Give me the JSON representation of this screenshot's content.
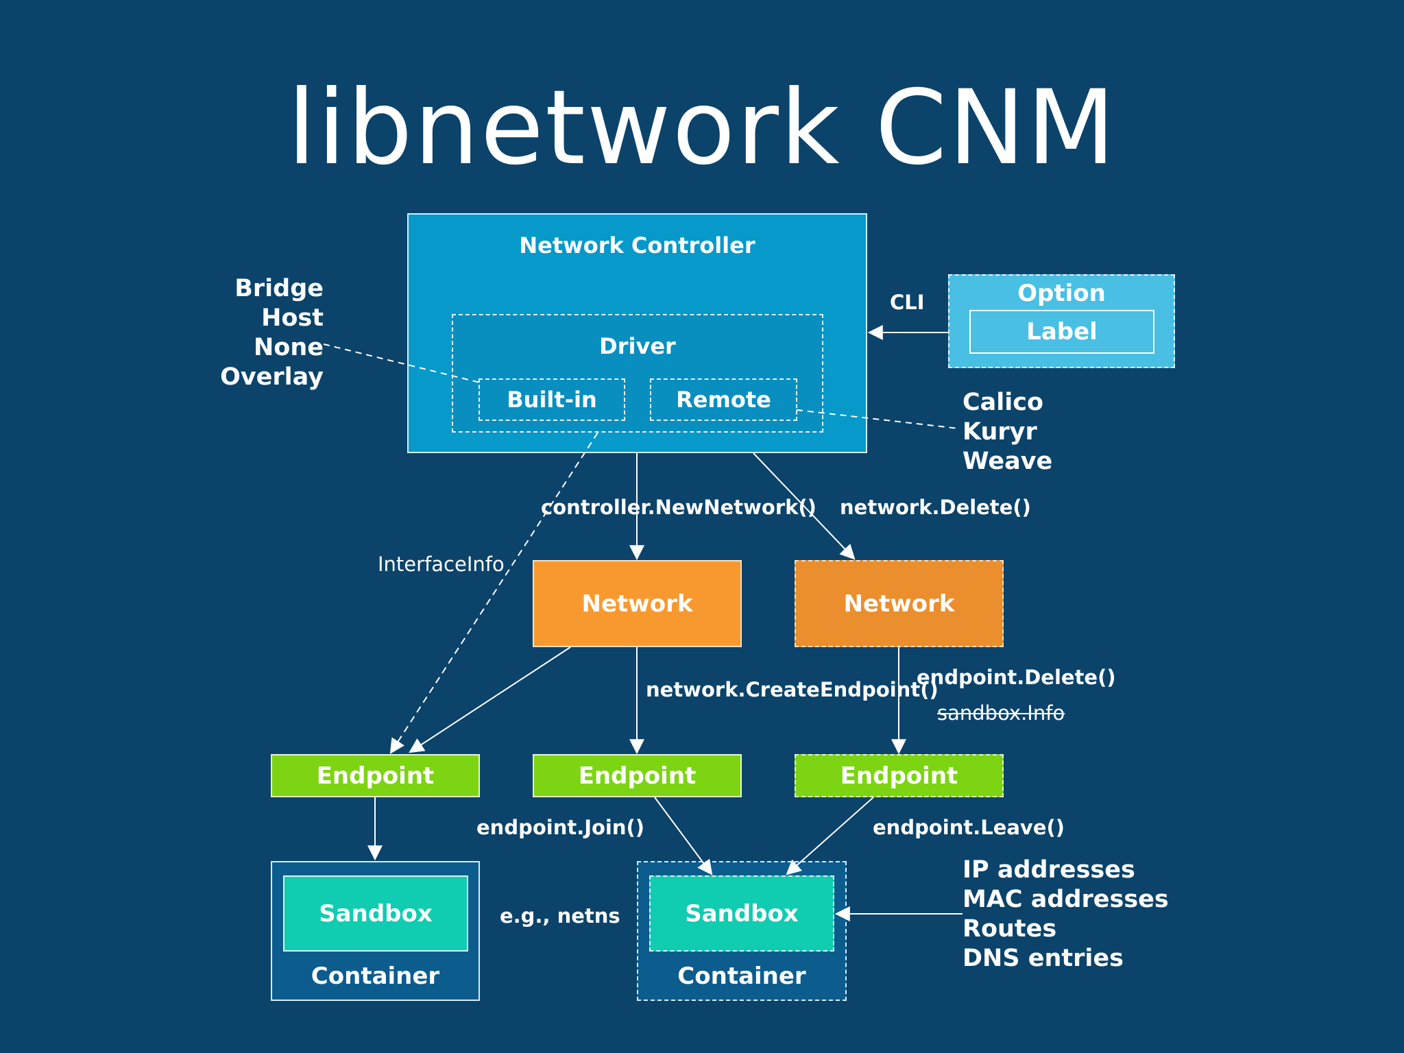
{
  "title": "libnetwork CNM",
  "controller": {
    "label": "Network Controller",
    "driver_label": "Driver",
    "builtin_label": "Built-in",
    "remote_label": "Remote"
  },
  "option": {
    "label": "Option",
    "inner_label": "Label",
    "cli_label": "CLI"
  },
  "builtin_drivers": [
    "Bridge",
    "Host",
    "None",
    "Overlay"
  ],
  "remote_drivers": [
    "Calico",
    "Kuryr",
    "Weave"
  ],
  "calls": {
    "new_network": "controller.NewNetwork()",
    "network_delete": "network.Delete()",
    "interface_info": "InterfaceInfo",
    "create_endpoint": "network.CreateEndpoint()",
    "endpoint_delete": "endpoint.Delete()",
    "sandbox_info": "sandbox.Info",
    "endpoint_join": "endpoint.Join()",
    "endpoint_leave": "endpoint.Leave()",
    "netns_example": "e.g., netns"
  },
  "networks": {
    "left": "Network",
    "right": "Network"
  },
  "endpoints": {
    "left": "Endpoint",
    "middle": "Endpoint",
    "right": "Endpoint"
  },
  "containers": {
    "left": {
      "sandbox": "Sandbox",
      "container": "Container"
    },
    "right": {
      "sandbox": "Sandbox",
      "container": "Container"
    }
  },
  "sandbox_info_items": [
    "IP addresses",
    "MAC addresses",
    "Routes",
    "DNS entries"
  ],
  "colors": {
    "background": "#0b436a",
    "controller_fill": "#0799c9",
    "option_fill": "#49bfe4",
    "network_fill": "#f89930",
    "network_deleted_fill": "#eb8e2d",
    "endpoint_fill": "#7dd412",
    "sandbox_fill": "#10ccb0",
    "container_fill": "#0c5c8e"
  }
}
